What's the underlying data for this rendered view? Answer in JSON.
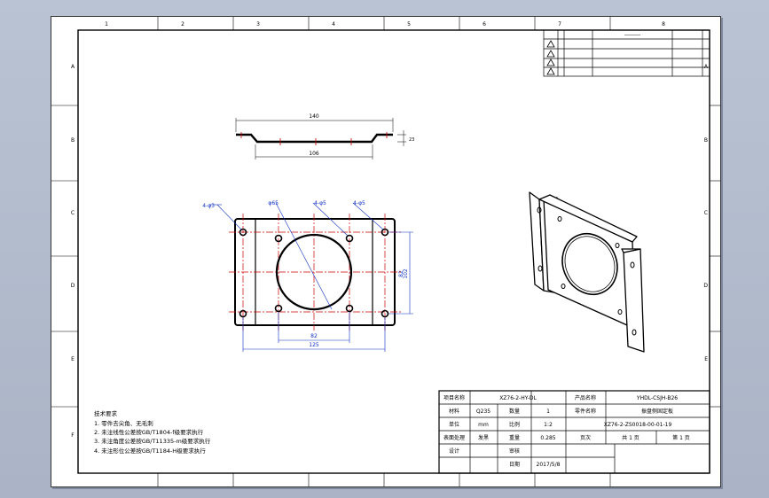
{
  "zone_columns": [
    "1",
    "2",
    "3",
    "4",
    "5",
    "6",
    "7",
    "8"
  ],
  "zone_rows": [
    "A",
    "B",
    "C",
    "D",
    "E",
    "F"
  ],
  "revision_table": {
    "header": "──────"
  },
  "dimensions": {
    "top_width": "140",
    "top_inner": "106",
    "top_height": "23",
    "hole_left": "4-φ3",
    "circle": "φ65",
    "holes_mid": "4-φ5",
    "holes_right": "4-φ5",
    "right_height": "102",
    "bottom_inner": "82",
    "bottom_overall": "125",
    "mid_height": "82"
  },
  "tech_notes": {
    "title": "技术要求",
    "lines": [
      "1. 零件去尖角、无毛刺",
      "2. 未注线性公差按GB/T1804-f级要求执行",
      "3. 未注角度公差按GB/T11335-m级要求执行",
      "4. 未注形位公差按GB/T1184-H级要求执行"
    ]
  },
  "title_block": {
    "project_label": "项目名称",
    "project_value": "XZ76-2-HY-DL",
    "part_name_label": "产品名称",
    "part_name_value": "YHDL-CSJH-B26",
    "material_label": "材料",
    "material_value": "Q235",
    "qty_label": "数量",
    "qty_value": "1",
    "part_label": "零件名称",
    "part_value": "振盘侧固定板",
    "unit_label": "单位",
    "unit_value": "mm",
    "scale_label": "比例",
    "scale_value": "1:2",
    "drawing_no": "XZ76-2-ZS0018-00-01-19",
    "surface_label": "表面处理",
    "surface_value": "发黑",
    "weight_label": "重量",
    "weight_value": "0.285",
    "sheet_label": "页次",
    "sheet_total": "共 1 页",
    "sheet_current": "第 1 页",
    "designer_label": "设计",
    "reviewer_label": "审核",
    "date_label": "日期",
    "date_value": "2017/5/8"
  }
}
